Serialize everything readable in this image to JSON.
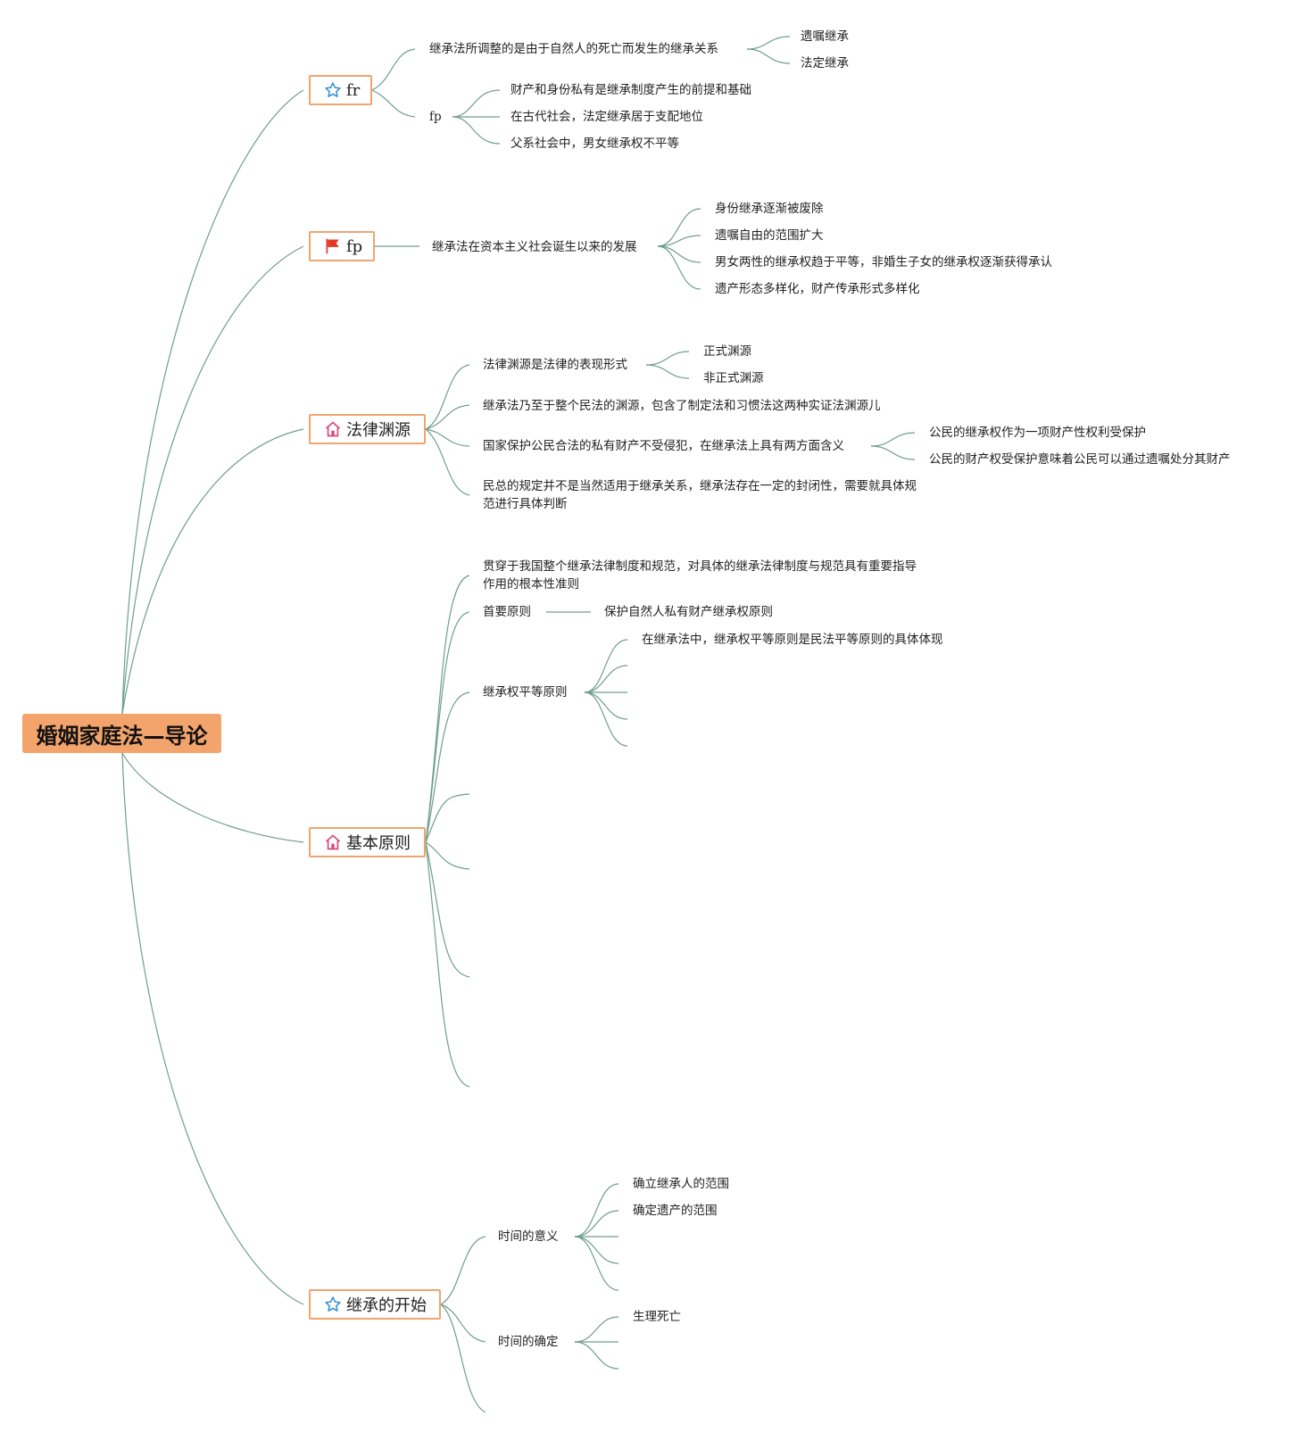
{
  "root": {
    "title": "婚姻家庭法—导论"
  },
  "icons": {
    "star": "star-icon",
    "flag": "flag-icon",
    "home": "home-icon"
  },
  "colors": {
    "root_fill": "#f2a46c",
    "topic_border": "#efa56e",
    "branch_line": "#6f9e8e",
    "star_icon": "#2f8fd8",
    "flag_icon": "#e43a26",
    "home_icon": "#d9487a"
  },
  "topics": {
    "t1": {
      "label": "fr"
    },
    "t2": {
      "label": "fp"
    },
    "t3": {
      "label": "法律渊源"
    },
    "t4": {
      "label": "基本原则"
    },
    "t5": {
      "label": "继承的开始"
    }
  },
  "nodes": {
    "t1_a": "继承法所调整的是由于自然人的死亡而发生的继承关系",
    "t1_a_1": "遗嘱继承",
    "t1_a_2": "法定继承",
    "t1_b": "fp",
    "t1_b_1": "财产和身份私有是继承制度产生的前提和基础",
    "t1_b_2": "在古代社会，法定继承居于支配地位",
    "t1_b_3": "父系社会中，男女继承权不平等",
    "t2_a": "继承法在资本主义社会诞生以来的发展",
    "t2_a_1": "身份继承逐渐被废除",
    "t2_a_2": "遗嘱自由的范围扩大",
    "t2_a_3": "男女两性的继承权趋于平等，非婚生子女的继承权逐渐获得承认",
    "t2_a_4": "遗产形态多样化，财产传承形式多样化",
    "t3_a": "法律渊源是法律的表现形式",
    "t3_a_1": "正式渊源",
    "t3_a_2": "非正式渊源",
    "t3_b": "继承法乃至于整个民法的渊源，包含了制定法和习惯法这两种实证法渊源儿",
    "t3_c": "国家保护公民合法的私有财产不受侵犯，在继承法上具有两方面含义",
    "t3_c_1": "公民的继承权作为一项财产性权利受保护",
    "t3_c_2": "公民的财产权受保护意味着公民可以通过遗嘱处分其财产",
    "t3_d": "民总的规定并不是当然适用于继承关系，继承法存在一定的封闭性，需要就具体规范进行具体判断",
    "t4_a": "贯穿于我国整个继承法律制度和规范，对具体的继承法律制度与规范具有重要指导作用的根本性准则",
    "t4_b": "首要原则",
    "t4_b_1": "保护自然人私有财产继承权原则",
    "t4_c": "继承权平等原则",
    "t4_c_1": "在继承法中，继承权平等原则是民法平等原则的具体体现",
    "t5_a": "时间的意义",
    "t5_a_1": "确立继承人的范围",
    "t5_a_2": "确定遗产的范围",
    "t5_b": "时间的确定",
    "t5_b_1": "生理死亡"
  }
}
